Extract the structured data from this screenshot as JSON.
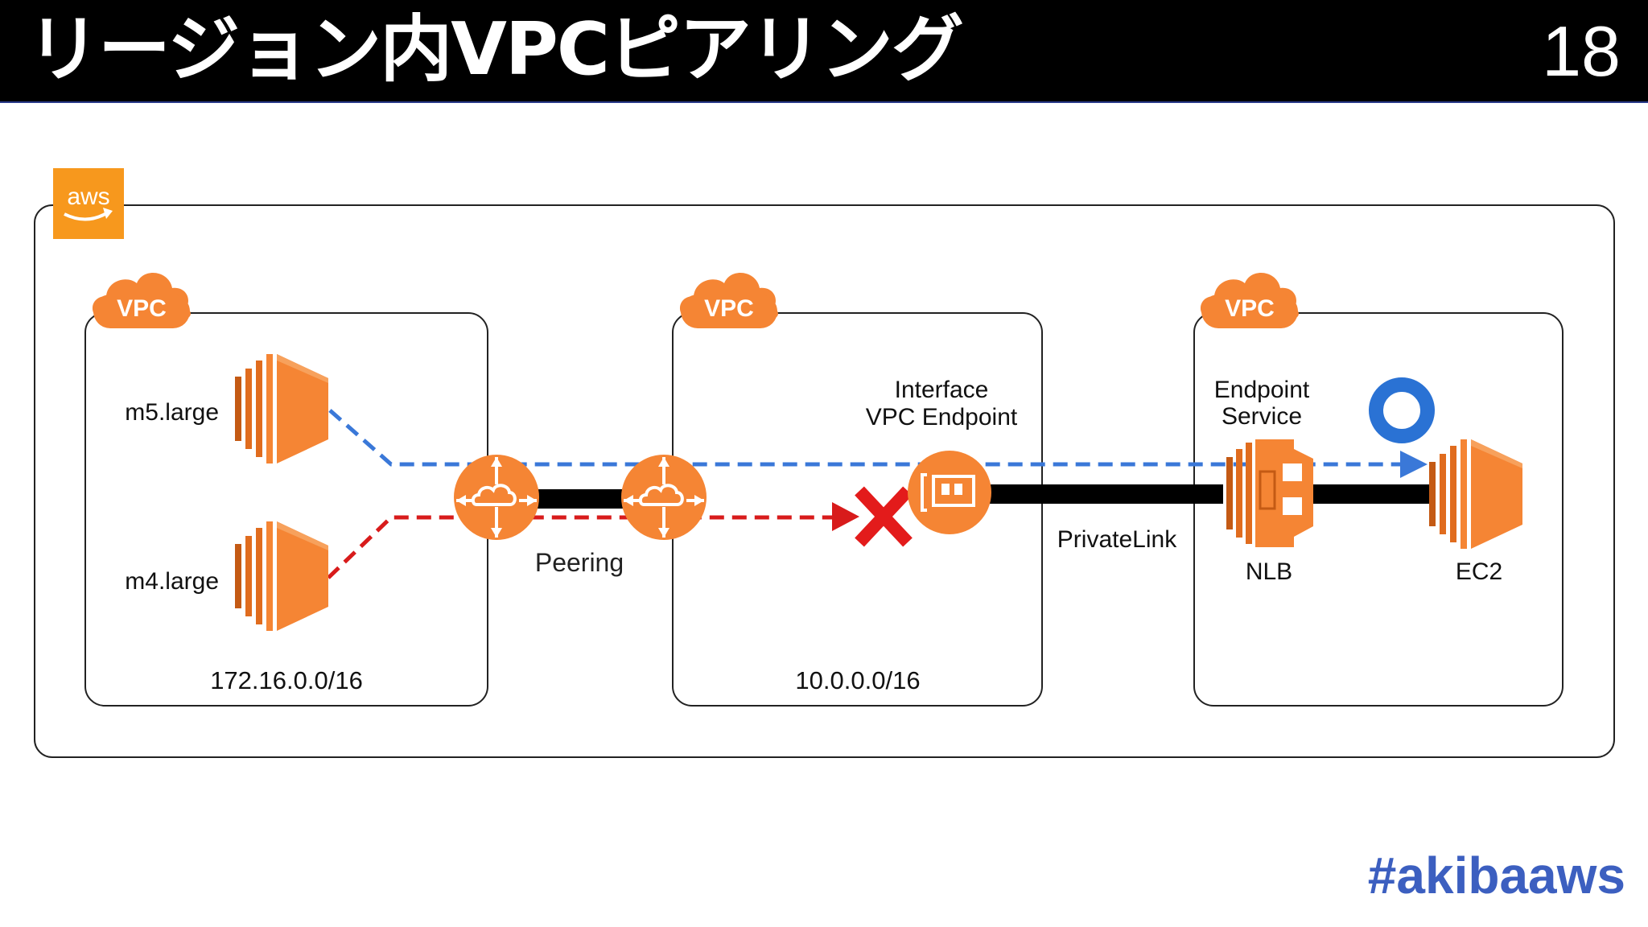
{
  "header": {
    "title": "リージョン内VPCピアリング",
    "page_number": "18"
  },
  "diagram": {
    "aws_logo_text": "aws",
    "vpc_badge": "VPC",
    "vpc_left": {
      "instance_top": "m5.large",
      "instance_bottom": "m4.large",
      "cidr": "172.16.0.0/16"
    },
    "peering_label": "Peering",
    "vpc_middle": {
      "endpoint_label_line1": "Interface",
      "endpoint_label_line2": "VPC Endpoint",
      "cidr": "10.0.0.0/16"
    },
    "privatelink_label": "PrivateLink",
    "vpc_right": {
      "service_label_line1": "Endpoint",
      "service_label_line2": "Service",
      "nlb_label": "NLB",
      "ec2_label": "EC2"
    }
  },
  "footer": {
    "hashtag": "#akibaaws"
  },
  "colors": {
    "aws_orange": "#f58534",
    "allowed_path": "#3a78d8",
    "blocked_path": "#d81b1b",
    "ok_marker": "#2a72d4",
    "hashtag": "#3c5fc0"
  }
}
